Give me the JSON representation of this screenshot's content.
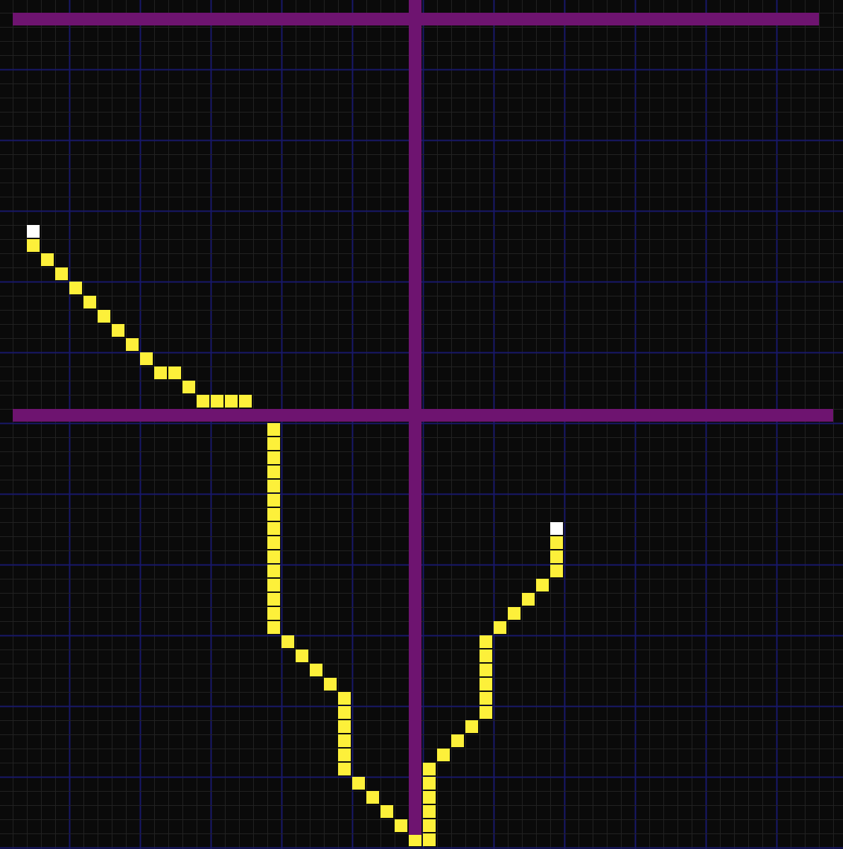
{
  "game": {
    "grid": {
      "cols": 59,
      "rows": 60,
      "major_every": 5
    },
    "colors": {
      "background": "#0a0a0a",
      "minor_grid": "#222222",
      "major_grid": "#18186a",
      "wall": "#6e1470",
      "path": "#fdf03a",
      "endpoint": "#ffffff"
    },
    "walls": [
      {
        "orientation": "horizontal",
        "row": 1,
        "from_col": 1,
        "to_col": 58
      },
      {
        "orientation": "horizontal",
        "row": 29,
        "from_col": 1,
        "to_col": 59
      },
      {
        "orientation": "vertical",
        "col": 29,
        "from_row": 0,
        "to_row": 59
      }
    ],
    "endpoints": [
      {
        "col": 2,
        "row": 16
      },
      {
        "col": 39,
        "row": 37
      }
    ],
    "path": [
      [
        2,
        17
      ],
      [
        3,
        18
      ],
      [
        4,
        19
      ],
      [
        5,
        20
      ],
      [
        6,
        21
      ],
      [
        7,
        22
      ],
      [
        8,
        23
      ],
      [
        9,
        24
      ],
      [
        10,
        25
      ],
      [
        11,
        26
      ],
      [
        12,
        26
      ],
      [
        13,
        27
      ],
      [
        14,
        28
      ],
      [
        15,
        28
      ],
      [
        16,
        28
      ],
      [
        17,
        28
      ],
      [
        18,
        29
      ],
      [
        19,
        30
      ],
      [
        19,
        31
      ],
      [
        19,
        32
      ],
      [
        19,
        33
      ],
      [
        19,
        34
      ],
      [
        19,
        35
      ],
      [
        19,
        36
      ],
      [
        19,
        37
      ],
      [
        19,
        38
      ],
      [
        19,
        39
      ],
      [
        19,
        40
      ],
      [
        19,
        41
      ],
      [
        19,
        42
      ],
      [
        19,
        43
      ],
      [
        19,
        44
      ],
      [
        20,
        45
      ],
      [
        21,
        46
      ],
      [
        22,
        47
      ],
      [
        23,
        48
      ],
      [
        24,
        49
      ],
      [
        24,
        50
      ],
      [
        24,
        51
      ],
      [
        24,
        52
      ],
      [
        24,
        53
      ],
      [
        24,
        54
      ],
      [
        25,
        55
      ],
      [
        26,
        56
      ],
      [
        27,
        57
      ],
      [
        28,
        58
      ],
      [
        29,
        59
      ],
      [
        30,
        59
      ],
      [
        30,
        58
      ],
      [
        30,
        57
      ],
      [
        30,
        56
      ],
      [
        30,
        55
      ],
      [
        30,
        54
      ],
      [
        31,
        53
      ],
      [
        32,
        52
      ],
      [
        33,
        51
      ],
      [
        34,
        50
      ],
      [
        34,
        49
      ],
      [
        34,
        48
      ],
      [
        34,
        47
      ],
      [
        34,
        46
      ],
      [
        34,
        45
      ],
      [
        35,
        44
      ],
      [
        36,
        43
      ],
      [
        37,
        42
      ],
      [
        38,
        41
      ],
      [
        39,
        40
      ],
      [
        39,
        39
      ],
      [
        39,
        38
      ]
    ]
  }
}
